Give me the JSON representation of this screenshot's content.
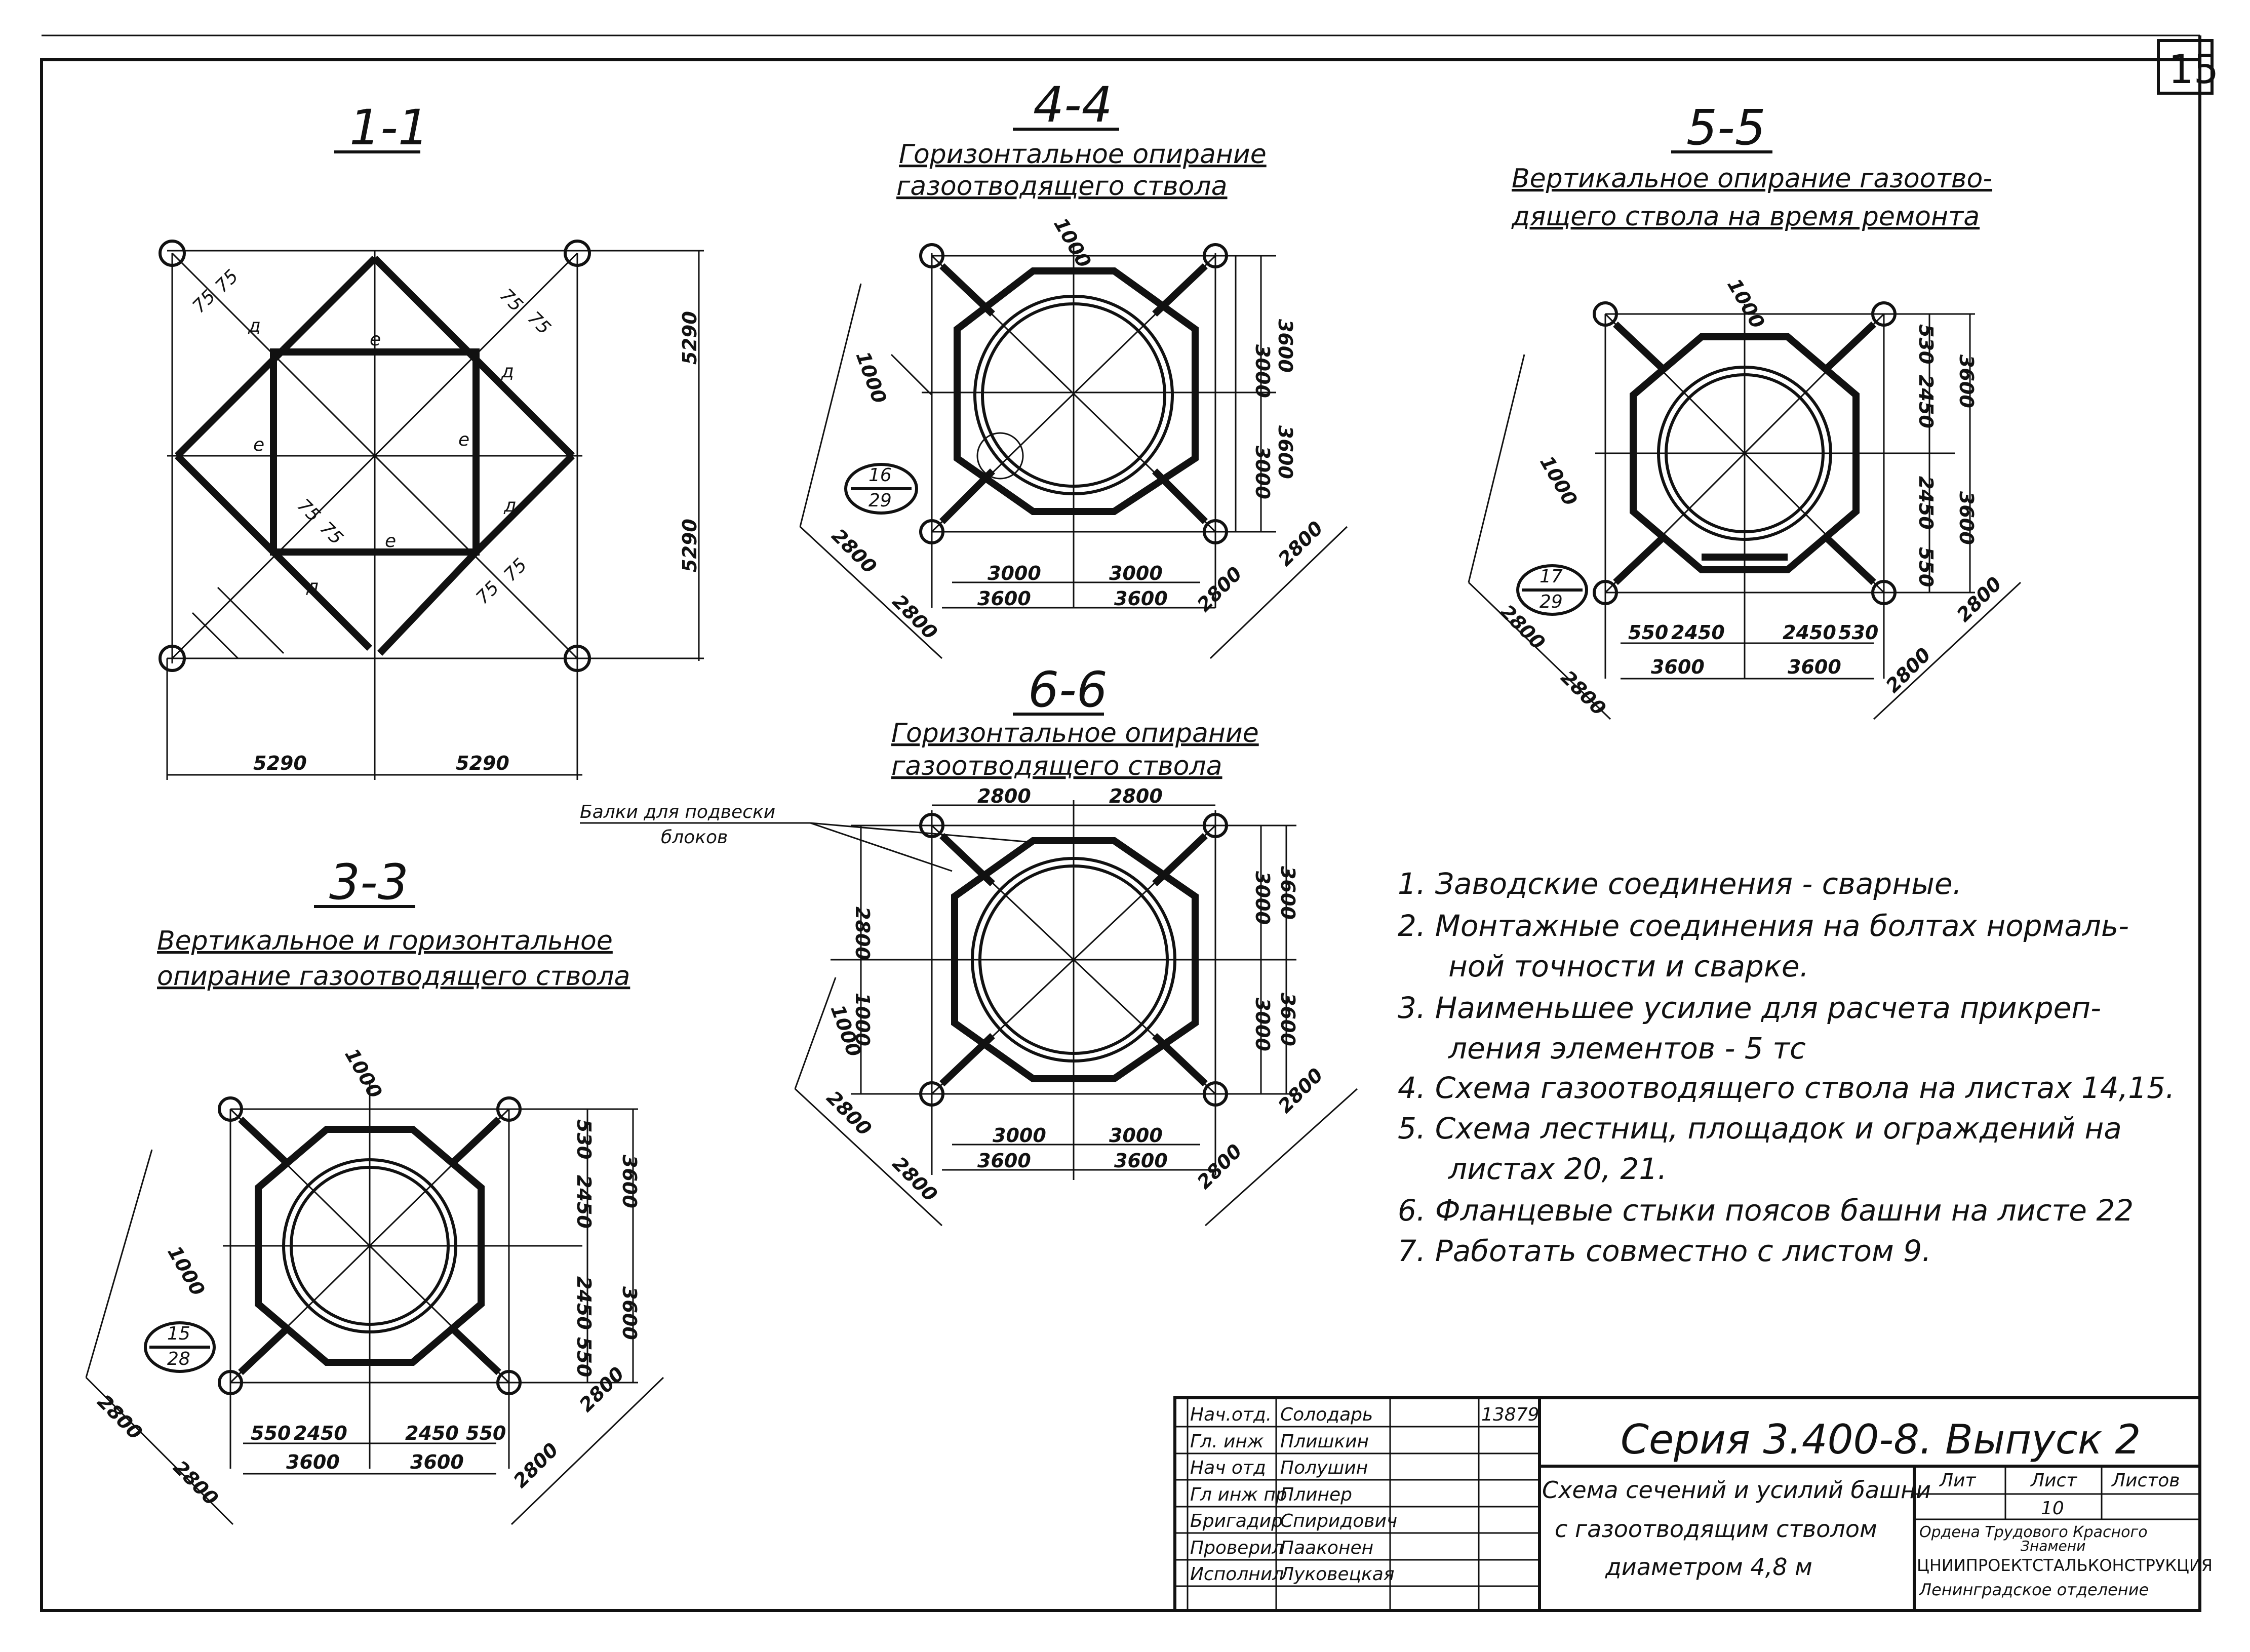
{
  "sheet_number": "15",
  "sections": {
    "s11": {
      "title": "1-1",
      "labels": [
        "75",
        "75",
        "75",
        "75",
        "75",
        "75",
        "75",
        "75",
        "д",
        "д",
        "д",
        "д",
        "е",
        "е",
        "е",
        "е"
      ],
      "dims": [
        "5290",
        "5290",
        "5290",
        "5290"
      ]
    },
    "s44": {
      "title": "4-4",
      "subtitle_1": "Горизонтальное опирание",
      "subtitle_2": "газоотводящего ствола",
      "callout_top": "16",
      "callout_bottom": "29",
      "dims": [
        "1000",
        "1000",
        "3000",
        "3600",
        "3000",
        "3600",
        "2800",
        "2800",
        "2800",
        "2800",
        "3000",
        "3000",
        "3600",
        "3600"
      ]
    },
    "s55": {
      "title": "5-5",
      "subtitle_1": "Вертикальное опирание газоотво-",
      "subtitle_2": "дящего ствола на время ремонта",
      "callout_top": "17",
      "callout_bottom": "29",
      "dims": [
        "1000",
        "1000",
        "530",
        "3600",
        "2450",
        "2450",
        "3600",
        "550",
        "2800",
        "2800",
        "2800",
        "2800",
        "550",
        "2450",
        "2450",
        "530",
        "3600",
        "3600"
      ]
    },
    "s66": {
      "title": "6-6",
      "subtitle_1": "Горизонтальное опирание",
      "subtitle_2": "газоотводящего ствола",
      "beam_note_1": "Балки для подвески",
      "beam_note_2": "блоков",
      "dims": [
        "2800",
        "2800",
        "2800",
        "3000",
        "3600",
        "1000",
        "1000",
        "3000",
        "3600",
        "2800",
        "2800",
        "2800",
        "2800",
        "3000",
        "3000",
        "3600",
        "3600"
      ]
    },
    "s33": {
      "title": "3-3",
      "subtitle_1": "Вертикальное и горизонтальное",
      "subtitle_2": "опирание газоотводящего ствола",
      "callout_top": "15",
      "callout_bottom": "28",
      "dims": [
        "1000",
        "1000",
        "530",
        "2450",
        "3600",
        "2450",
        "3600",
        "550",
        "2800",
        "2800",
        "2800",
        "2800",
        "550",
        "2450",
        "2450",
        "550",
        "3600",
        "3600"
      ]
    }
  },
  "notes": [
    "1.  Заводские соединения - сварные.",
    "2.  Монтажные соединения на болтах нормаль-",
    "ной точности и сварке.",
    "3.  Наименьшее усилие для расчета прикреп-",
    "ления элементов - 5 тс",
    "4.  Схема газоотводящего ствола на листах 14,15.",
    "5.  Схема лестниц, площадок и ограждений на",
    "листах 20, 21.",
    "6.  Фланцевые стыки поясов башни на листе 22",
    "7.  Работать совместно с листом 9."
  ],
  "title_block": {
    "series": "Серия 3.400-8. Выпуск 2",
    "description_1": "Схема сечений и усилий башни",
    "description_2": "с газоотводящим стволом",
    "description_3": "диаметром 4,8 м",
    "lit_label": "Лит",
    "list_label": "Лист",
    "lists_label": "Листов",
    "list_value": "10",
    "org_1": "Ордена Трудового Красного",
    "org_2": "Знамени",
    "org_3": "ЦНИИПРОЕКТСТАЛЬКОНСТРУКЦИЯ",
    "org_4": "Ленинградское отделение",
    "stamp": "13879",
    "roles": [
      "Нач.отд.",
      "Гл. инж",
      "Нач отд",
      "Гл инж пр",
      "Бригадир",
      "Проверил",
      "Исполнил"
    ],
    "names": [
      "Солодарь",
      "Плишкин",
      "Полушин",
      "Плинер",
      "Спиридович",
      "Пааконен",
      "Луковецкая"
    ]
  }
}
